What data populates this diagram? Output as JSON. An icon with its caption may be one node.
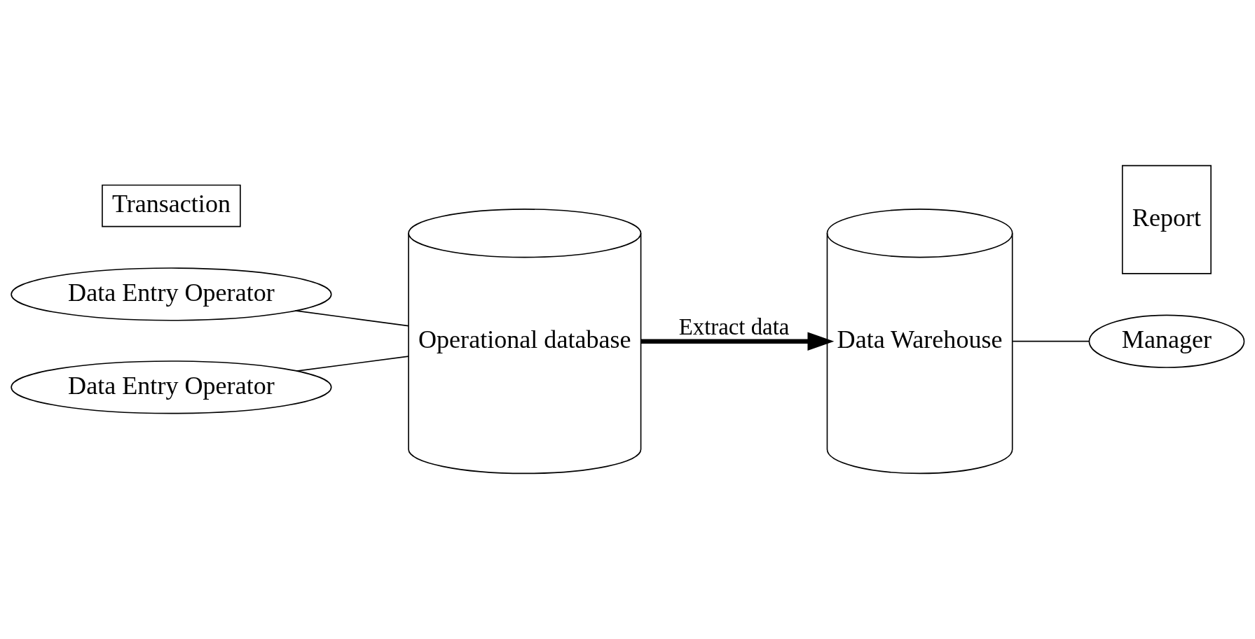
{
  "diagram": {
    "nodes": [
      {
        "text": [
          "Data Entry Operator"
        ]
      },
      {
        "text": [
          "Transaction"
        ]
      },
      {
        "text": [
          "Data Entry Operator"
        ]
      },
      {
        "text": [
          "Operational database"
        ]
      },
      {
        "text": [
          "Data Warehouse"
        ]
      },
      {
        "text": [
          "Report"
        ]
      },
      {
        "text": [
          "Manager"
        ]
      }
    ],
    "edges": [
      {
        "from": 0,
        "to": 3,
        "arrow": "none"
      },
      {
        "from": 2,
        "to": 3,
        "arrow": "none"
      },
      {
        "from": 3,
        "to": 4,
        "arrow": "to",
        "label": "Extract data",
        "style": "thick"
      },
      {
        "from": 4,
        "to": 6,
        "arrow": "none"
      }
    ]
  }
}
